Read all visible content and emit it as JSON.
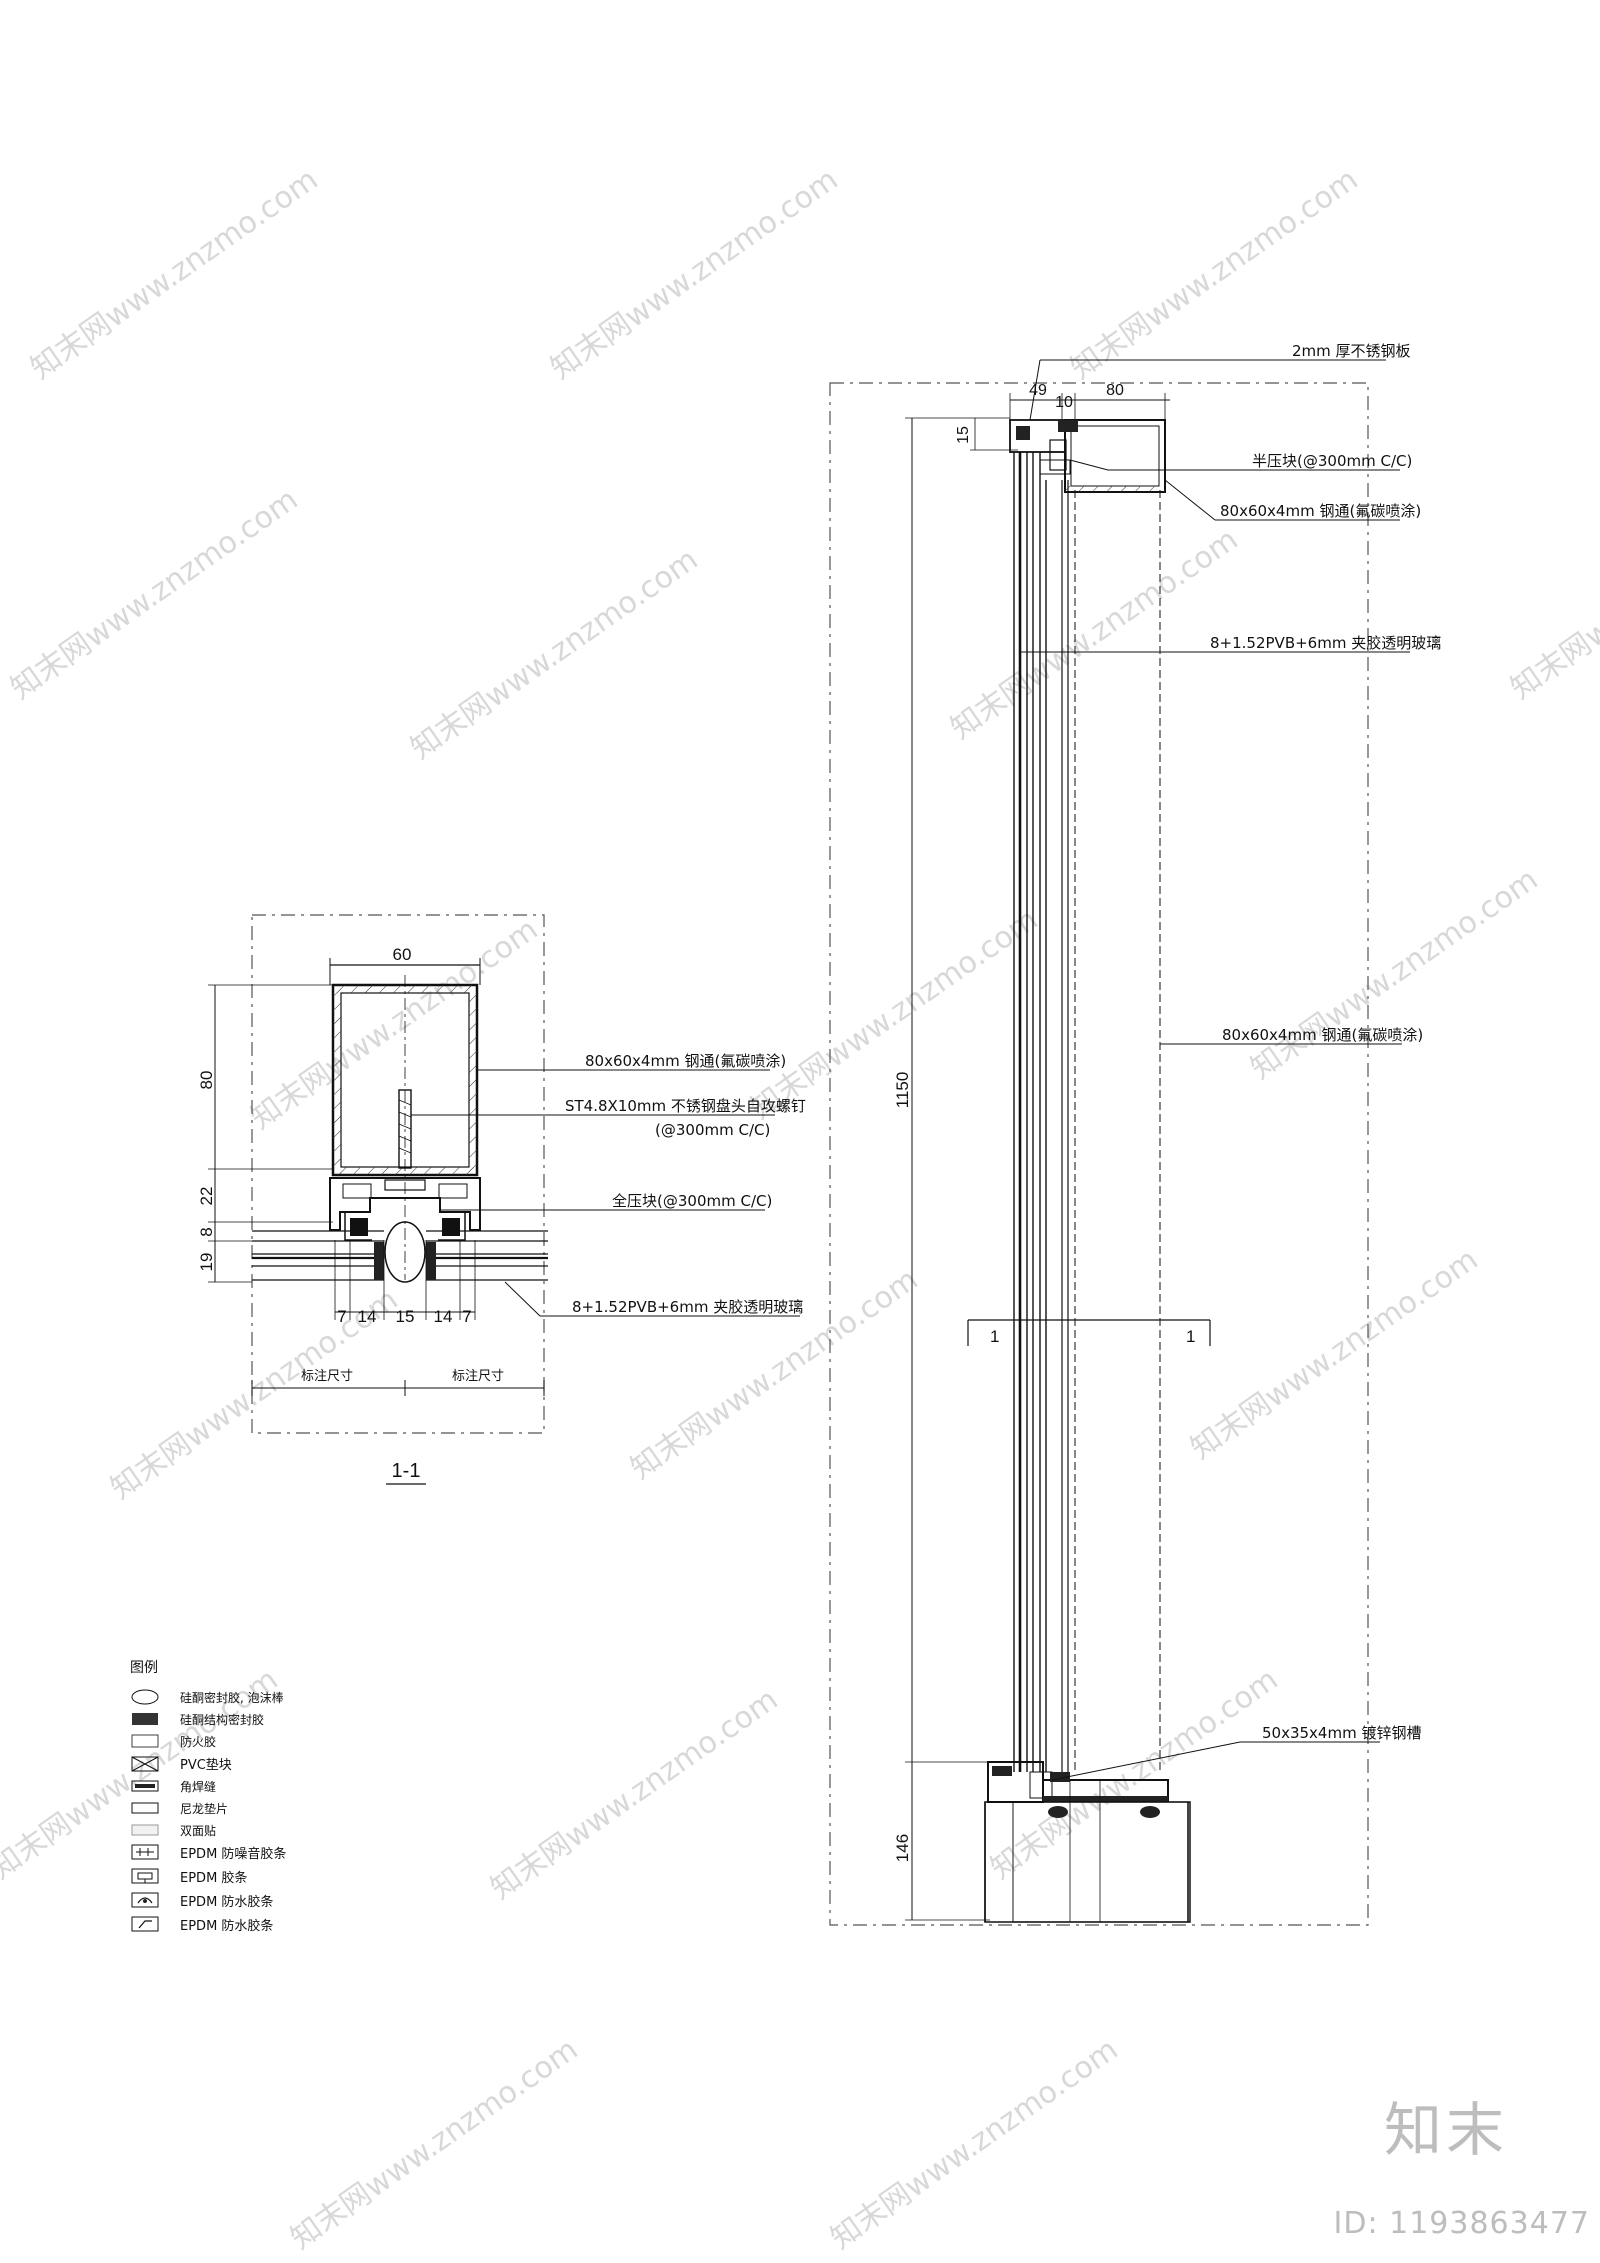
{
  "section_1_1": {
    "title": "1-1",
    "dims": {
      "width_60": "60",
      "height_80": "80",
      "h22": "22",
      "h8": "8",
      "h19": "19",
      "b7a": "7",
      "b14a": "14",
      "b15": "15",
      "b14b": "14",
      "b7b": "7"
    },
    "dim_note_left": "标注尺寸",
    "dim_note_right": "标注尺寸",
    "labels": {
      "steel_tube": "80x60x4mm 钢通(氟碳喷涂)",
      "screw": "ST4.8X10mm 不锈钢盘头自攻螺钉",
      "screw_spacing": "(@300mm C/C)",
      "pressure_block": "全压块(@300mm C/C)",
      "glass": "8+1.52PVB+6mm 夹胶透明玻璃"
    }
  },
  "elevation": {
    "dims": {
      "d49": "49",
      "d10": "10",
      "d80": "80",
      "d15": "15",
      "d1150": "1150",
      "d146": "146"
    },
    "section_mark_left": "1",
    "section_mark_right": "1",
    "labels": {
      "steel_plate": "2mm 厚不锈钢板",
      "half_block": "半压块(@300mm C/C)",
      "tube_top": "80x60x4mm 钢通(氟碳喷涂)",
      "glass": "8+1.52PVB+6mm 夹胶透明玻璃",
      "tube_mid": "80x60x4mm 钢通(氟碳喷涂)",
      "channel": "50x35x4mm 镀锌钢槽"
    }
  },
  "legend": {
    "title": "图例",
    "items": [
      {
        "icon": "sealant-foam-icon",
        "label": "硅酮密封胶, 泡沫棒"
      },
      {
        "icon": "structural-sealant-icon",
        "label": "硅酮结构密封胶"
      },
      {
        "icon": "fire-sealant-icon",
        "label": "防火胶"
      },
      {
        "icon": "pvc-block-icon",
        "label": "PVC垫块"
      },
      {
        "icon": "fillet-weld-icon",
        "label": "角焊缝"
      },
      {
        "icon": "nylon-shim-icon",
        "label": "尼龙垫片"
      },
      {
        "icon": "double-sided-tape-icon",
        "label": "双面贴"
      },
      {
        "icon": "epdm-acoustic-icon",
        "label": "EPDM 防噪音胶条"
      },
      {
        "icon": "epdm-gasket-icon",
        "label": "EPDM 胶条"
      },
      {
        "icon": "epdm-water-icon",
        "label": "EPDM 防水胶条"
      },
      {
        "icon": "epdm-water-2-icon",
        "label": "EPDM 防水胶条"
      }
    ]
  },
  "watermark": {
    "text": "知末网www.znzmo.com",
    "brand": "知末",
    "id": "ID: 1193863477"
  }
}
